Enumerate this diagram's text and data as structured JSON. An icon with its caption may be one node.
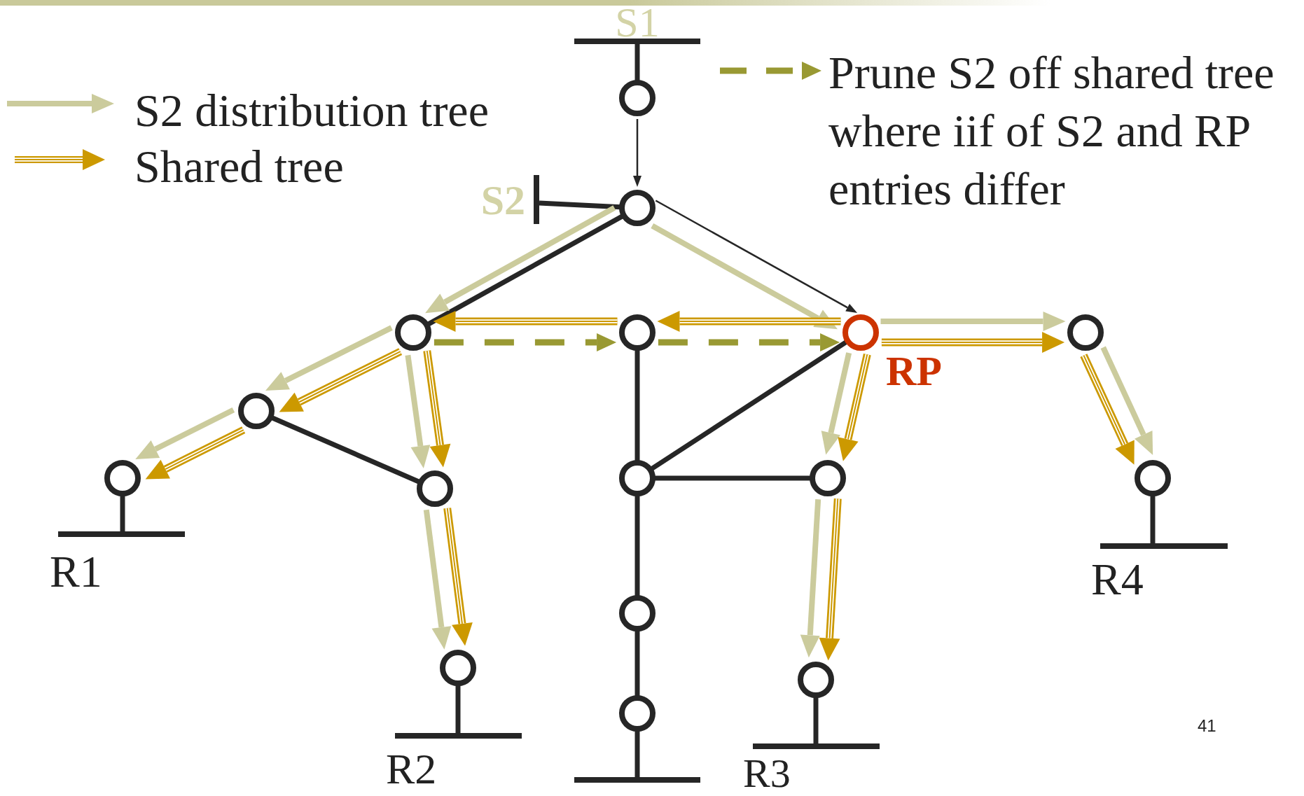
{
  "diagram": {
    "nodes": [
      {
        "text": [
          "S1"
        ]
      },
      {
        "text": [],
        "shape": "circle"
      },
      {
        "text": [
          "S2"
        ]
      },
      {
        "text": [],
        "shape": "circle"
      },
      {
        "text": [],
        "shape": "circle"
      },
      {
        "text": [],
        "shape": "circle"
      },
      {
        "text": [],
        "shape": "circle",
        "beside": [
          "RP"
        ]
      },
      {
        "text": [],
        "shape": "circle"
      },
      {
        "text": [],
        "shape": "circle"
      },
      {
        "text": [],
        "shape": "circle"
      },
      {
        "text": [],
        "shape": "circle"
      },
      {
        "text": [],
        "shape": "circle"
      },
      {
        "text": [],
        "shape": "circle"
      },
      {
        "text": [],
        "shape": "circle"
      },
      {
        "text": [
          "R1"
        ]
      },
      {
        "text": [
          "R4"
        ]
      },
      {
        "text": [],
        "shape": "circle"
      },
      {
        "text": [],
        "shape": "circle"
      },
      {
        "text": [],
        "shape": "circle"
      },
      {
        "text": [],
        "shape": "circle"
      },
      {
        "text": [
          "R2"
        ]
      },
      {
        "text": [
          "R3"
        ]
      },
      {
        "text": [],
        "shape": "bar"
      }
    ],
    "edges": [
      {
        "from": 0,
        "to": 1,
        "arrow": "none"
      },
      {
        "from": 1,
        "to": 3,
        "arrow": "to"
      },
      {
        "from": 2,
        "to": 3,
        "arrow": "none"
      },
      {
        "from": 3,
        "to": 4,
        "arrow": "none"
      },
      {
        "from": 3,
        "to": 6,
        "arrow": "to"
      },
      {
        "from": 8,
        "to": 10,
        "arrow": "none"
      },
      {
        "from": 5,
        "to": 11,
        "arrow": "none"
      },
      {
        "from": 11,
        "to": 6,
        "arrow": "none"
      },
      {
        "from": 11,
        "to": 12,
        "arrow": "none"
      },
      {
        "from": 11,
        "to": 16,
        "arrow": "none"
      },
      {
        "from": 16,
        "to": 19,
        "arrow": "none"
      },
      {
        "from": 19,
        "to": 22,
        "arrow": "none"
      },
      {
        "from": 9,
        "to": 14,
        "arrow": "none"
      },
      {
        "from": 13,
        "to": 15,
        "arrow": "none"
      },
      {
        "from": 17,
        "to": 20,
        "arrow": "none"
      },
      {
        "from": 18,
        "to": 21,
        "arrow": "none"
      },
      {
        "from": 3,
        "to": 4,
        "arrow": "to",
        "color": "#cbcb9c"
      },
      {
        "from": 3,
        "to": 6,
        "arrow": "to",
        "color": "#cbcb9c"
      },
      {
        "from": 4,
        "to": 8,
        "arrow": "to",
        "color": "#cbcb9c"
      },
      {
        "from": 8,
        "to": 9,
        "arrow": "to",
        "color": "#cbcb9c"
      },
      {
        "from": 4,
        "to": 10,
        "arrow": "to",
        "color": "#cbcb9c"
      },
      {
        "from": 10,
        "to": 17,
        "arrow": "to",
        "color": "#cbcb9c"
      },
      {
        "from": 6,
        "to": 7,
        "arrow": "to",
        "color": "#cbcb9c"
      },
      {
        "from": 6,
        "to": 12,
        "arrow": "to",
        "color": "#cbcb9c"
      },
      {
        "from": 12,
        "to": 18,
        "arrow": "to",
        "color": "#cbcb9c"
      },
      {
        "from": 7,
        "to": 13,
        "arrow": "to",
        "color": "#cbcb9c"
      },
      {
        "from": 6,
        "to": 5,
        "arrow": "to",
        "color": "#cc9900"
      },
      {
        "from": 5,
        "to": 4,
        "arrow": "to",
        "color": "#cc9900"
      },
      {
        "from": 4,
        "to": 8,
        "arrow": "to",
        "color": "#cc9900"
      },
      {
        "from": 8,
        "to": 9,
        "arrow": "to",
        "color": "#cc9900"
      },
      {
        "from": 4,
        "to": 10,
        "arrow": "to",
        "color": "#cc9900"
      },
      {
        "from": 10,
        "to": 17,
        "arrow": "to",
        "color": "#cc9900"
      },
      {
        "from": 6,
        "to": 7,
        "arrow": "to",
        "color": "#cc9900"
      },
      {
        "from": 6,
        "to": 12,
        "arrow": "to",
        "color": "#cc9900"
      },
      {
        "from": 12,
        "to": 18,
        "arrow": "to",
        "color": "#cc9900"
      },
      {
        "from": 7,
        "to": 13,
        "arrow": "to",
        "color": "#cc9900"
      },
      {
        "from": 4,
        "to": 5,
        "arrow": "to",
        "style": "dashed",
        "color": "#999933"
      },
      {
        "from": 5,
        "to": 6,
        "arrow": "to",
        "style": "dashed",
        "color": "#999933"
      }
    ],
    "labels": [
      "41"
    ],
    "legend": [
      {
        "text": "S2 distribution tree"
      },
      {
        "text": "Shared tree"
      },
      {
        "text": "Prune S2 off shared tree where iif of S2 and RP entries differ"
      }
    ]
  }
}
